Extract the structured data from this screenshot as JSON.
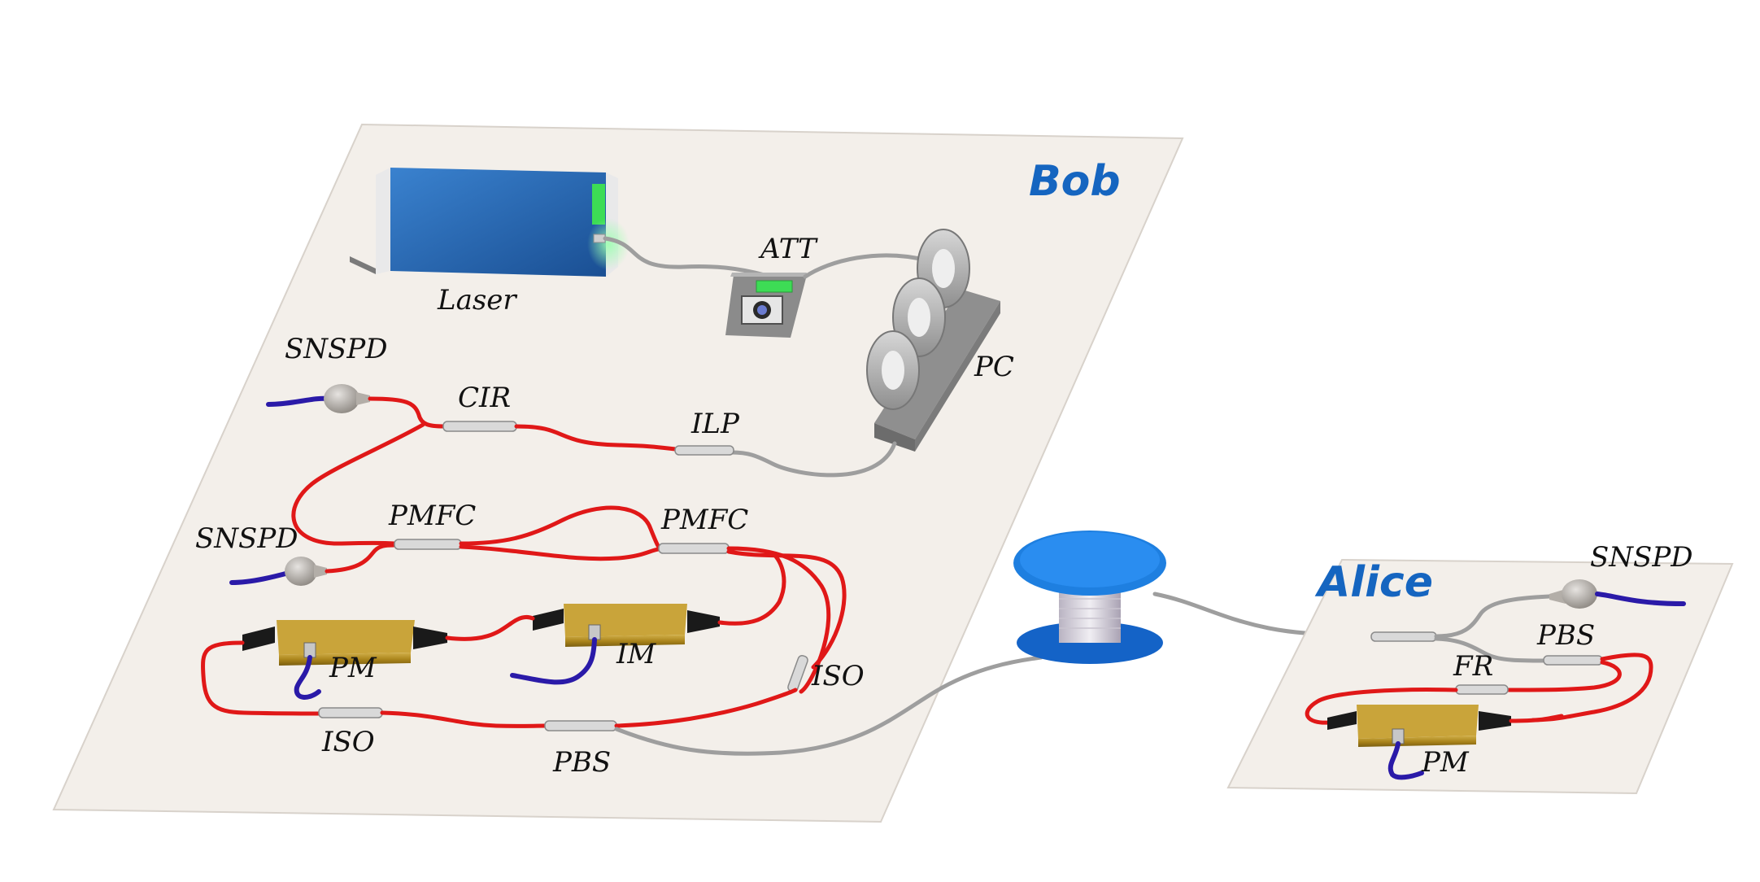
{
  "bob": {
    "title": "Bob",
    "labels": {
      "laser": "Laser",
      "att": "ATT",
      "pc": "PC",
      "snspd_top": "SNSPD",
      "cir": "CIR",
      "ilp": "ILP",
      "pmfc_left": "PMFC",
      "pmfc_right": "PMFC",
      "snspd_mid": "SNSPD",
      "pm": "PM",
      "im": "IM",
      "iso_right": "ISO",
      "iso_bottom": "ISO",
      "pbs": "PBS"
    }
  },
  "alice": {
    "title": "Alice",
    "labels": {
      "snspd": "SNSPD",
      "pbs": "PBS",
      "fr": "FR",
      "pm": "PM"
    }
  },
  "colors": {
    "panel": "#f3efea",
    "panel_edge": "#d8d2cb",
    "laser_blue": "#1f5fa8",
    "modulator_gold": "#b08d1e",
    "fiber_red": "#e01818",
    "fiber_grey": "#9e9e9e",
    "fiber_blue": "#2a1aa8",
    "spool_blue": "#1e7fe0",
    "title_blue": "#1565c0",
    "display_green": "#3ddc55"
  }
}
